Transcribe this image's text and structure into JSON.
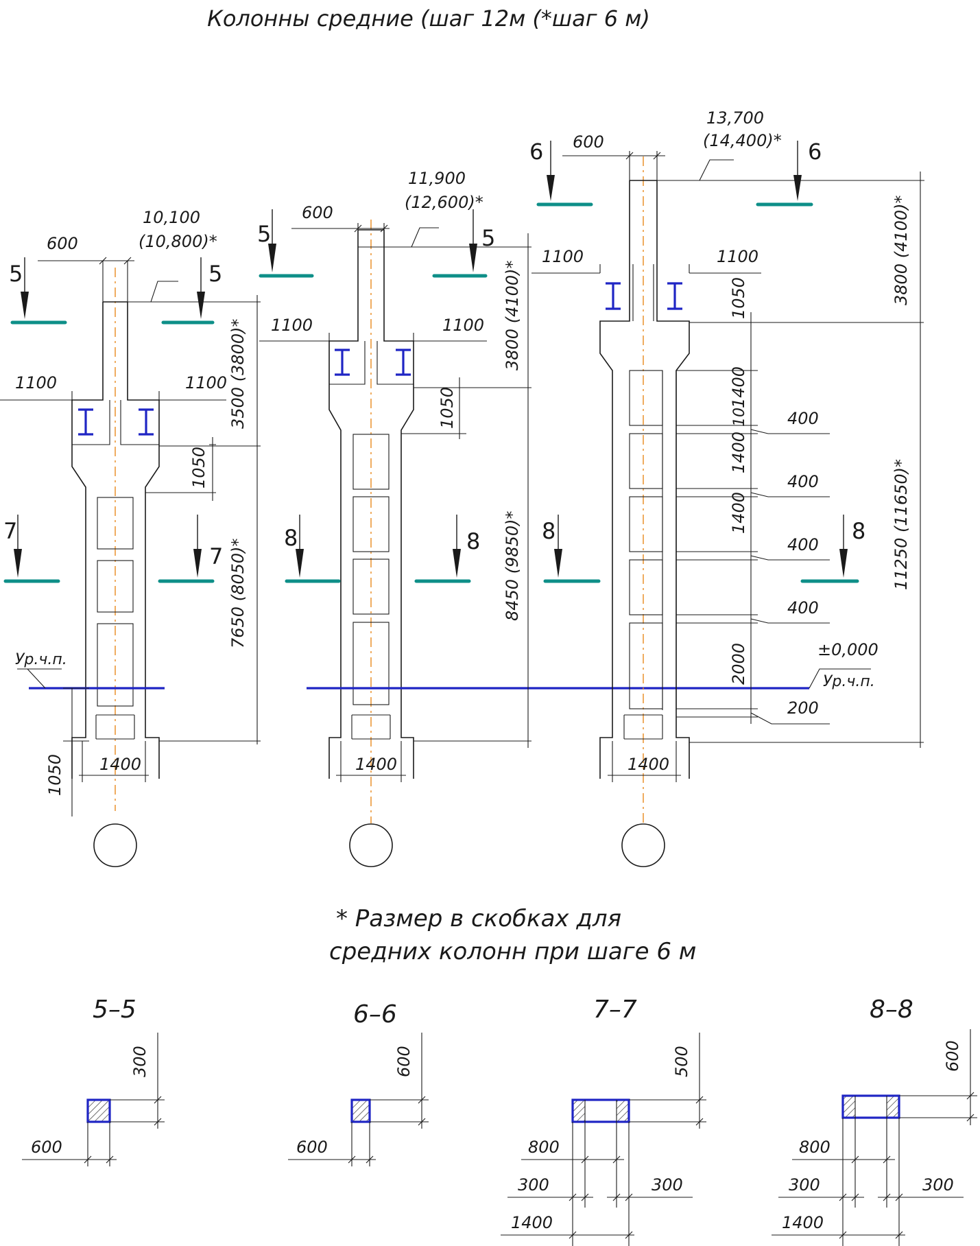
{
  "title": "Колонны средние (шаг 12м (*шаг 6 м)",
  "note_line1": "* Размер в скобках для",
  "note_line2": "средних колонн при шаге 6 м",
  "colors": {
    "line": "#1a1a1a",
    "axis": "#e8891c",
    "level": "#1f25c4",
    "section_mark": "#0e8f88"
  },
  "col1": {
    "elev1": "10,100",
    "elev2": "(10,800)*",
    "top_width": "600",
    "console_left": "1100",
    "console_right": "1100",
    "dim_upper": "3500  (3800)*",
    "dim_console": "1050",
    "dim_lower": "7650  (8050)*",
    "dim_base": "1050",
    "base_width": "1400",
    "ground_label": "Ур.ч.п.",
    "sec_top": "5",
    "sec_low": "7"
  },
  "col2": {
    "elev1": "11,900",
    "elev2": "(12,600)*",
    "top_width": "600",
    "console_left": "1100",
    "console_right": "1100",
    "dim_upper": "3800  (4100)*",
    "dim_console": "1050",
    "dim_lower": "8450  (9850)*",
    "base_width": "1400",
    "sec_top": "5",
    "sec_low": "8"
  },
  "col3": {
    "elev1": "13,700",
    "elev2": "(14,400)*",
    "top_width": "600",
    "console_left": "1100",
    "console_right": "1100",
    "dim_upper": "3800  (4100)*",
    "dim_console": "1050",
    "dim_lower": "11250  (11650)*",
    "base_width": "1400",
    "panel_dims": [
      "1400",
      "1400",
      "1400",
      "2000"
    ],
    "gap_dims": [
      "400",
      "400",
      "400",
      "400",
      "200"
    ],
    "dim_small": "10",
    "level_zero": "±0,000",
    "ground_label": "Ур.ч.п.",
    "sec_top": "6",
    "sec_low": "8"
  },
  "sections": [
    {
      "label": "5–5",
      "width": "600",
      "height": "300"
    },
    {
      "label": "6–6",
      "width": "600",
      "height": "600"
    },
    {
      "label": "7–7",
      "width": "1400",
      "height": "500",
      "inner": "800",
      "side_l": "300",
      "side_r": "300"
    },
    {
      "label": "8–8",
      "width": "1400",
      "height": "600",
      "inner": "800",
      "side_l": "300",
      "side_r": "300"
    }
  ]
}
